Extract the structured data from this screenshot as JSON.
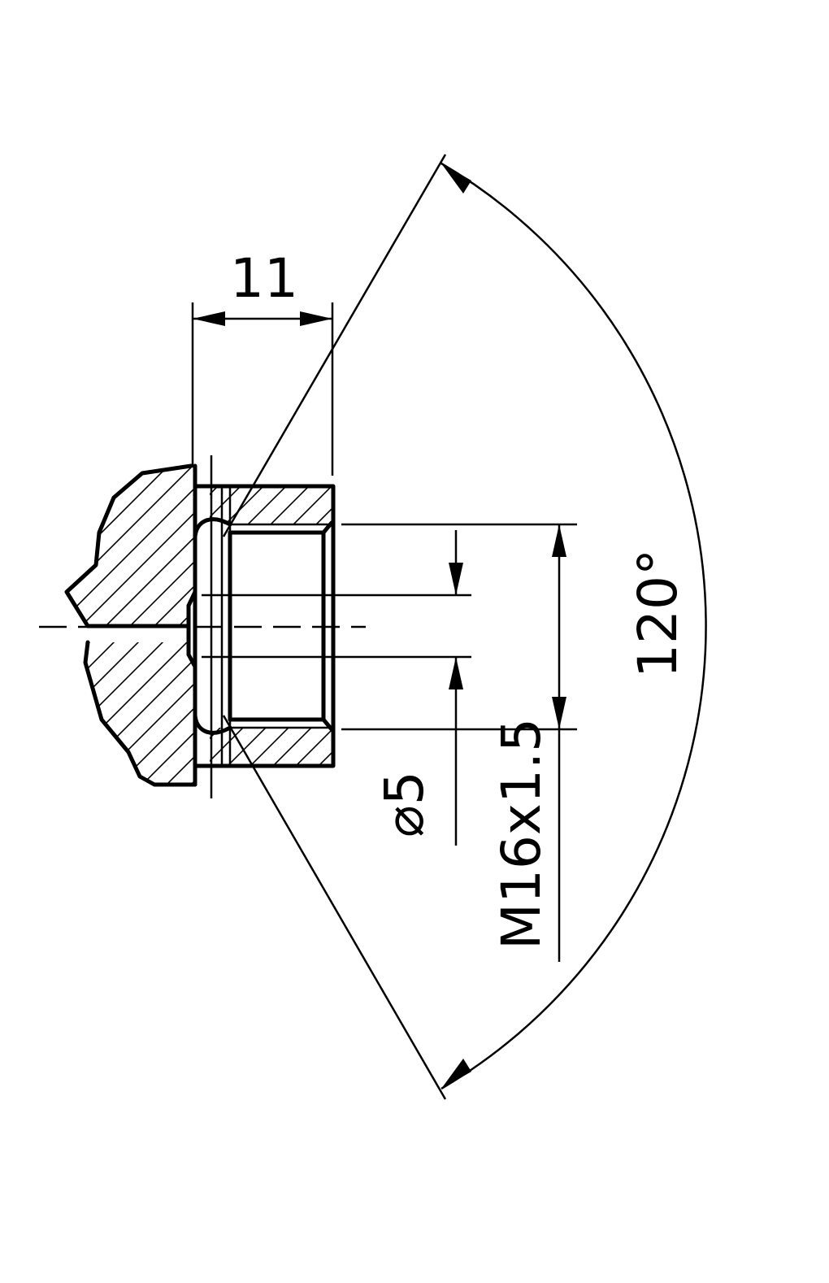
{
  "drawing": {
    "dimensions": {
      "length": "11",
      "hole_diameter": "⌀5",
      "thread": "M16x1.5",
      "angle": "120°"
    }
  }
}
